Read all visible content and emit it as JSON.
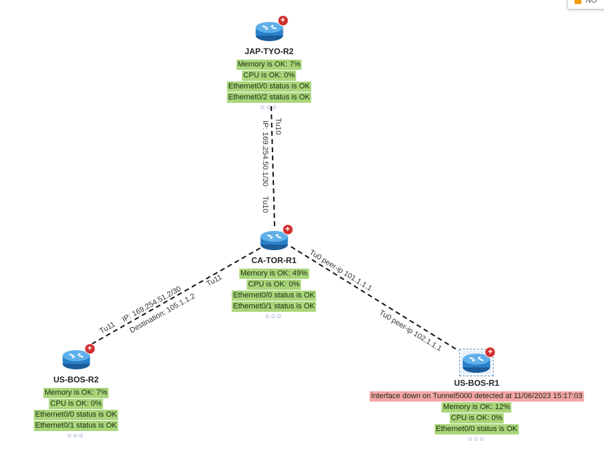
{
  "top_button": {
    "label": "NO",
    "icon": "bell-icon",
    "color": "#f39c12"
  },
  "colors": {
    "ok": "#a9d67a",
    "error": "#f4a6a6",
    "link": "#111111",
    "router": "#2a7fc9"
  },
  "nodes": {
    "jap": {
      "name": "JAP-TYO-R2",
      "statuses": [
        "Memory is OK: 7%",
        "CPU is OK: 0%",
        "Ethernet0/0 status is OK",
        "Ethernet0/2 status is OK"
      ],
      "more": "○○○"
    },
    "ca": {
      "name": "CA-TOR-R1",
      "statuses": [
        "Memory is OK: 49%",
        "CPU is OK: 0%",
        "Ethernet0/0 status is OK",
        "Ethernet0/1 status is OK"
      ],
      "more": "○○○"
    },
    "usbos2": {
      "name": "US-BOS-R2",
      "statuses": [
        "Memory is OK: 7%",
        "CPU is OK: 0%",
        "Ethernet0/0 status is OK",
        "Ethernet0/1 status is OK"
      ],
      "more": "○○○"
    },
    "usbos1": {
      "name": "US-BOS-R1",
      "alert": "Interface down on Tunnel5000 detected at 11/06/2023 15:17:03",
      "statuses": [
        "Memory is OK: 12%",
        "CPU is OK: 0%",
        "Ethernet0/0 status is OK"
      ],
      "more": "○○○"
    }
  },
  "links": {
    "jap_ca": {
      "tu_top": "Tu10",
      "ip": "IP: 169.254.50.1/30",
      "tu_bottom": "Tu10"
    },
    "ca_bos2": {
      "tu_top": "Tu11",
      "ip": "IP: 169.254.51.2/30",
      "destination": "Destination: 105.1.1.2",
      "tu_bottom": "Tu11"
    },
    "ca_bos1": {
      "peer_top": "Tu0 peer-ip 101.1.1.1",
      "peer_bottom": "Tu0 peer-ip 102.1.1.1"
    }
  }
}
